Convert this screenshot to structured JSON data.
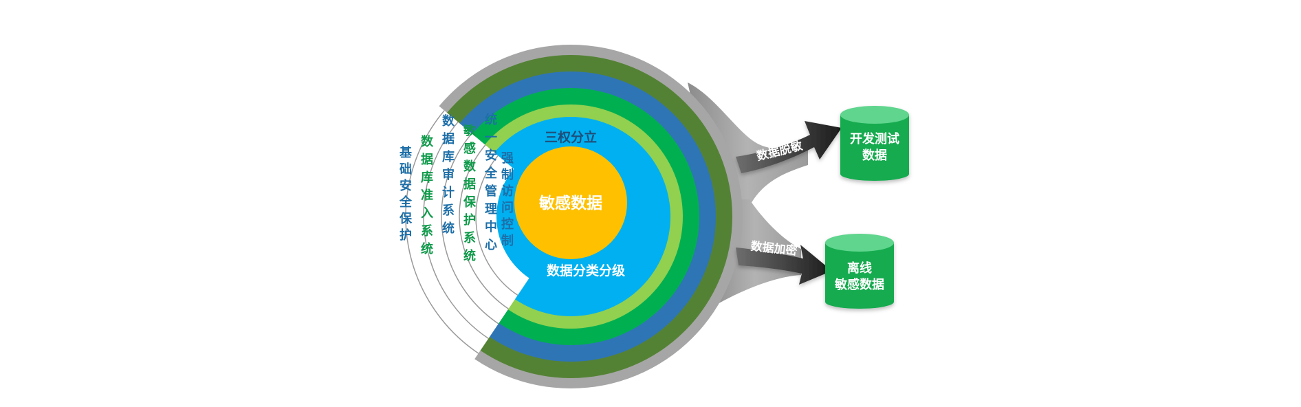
{
  "center": {
    "label": "敏感数据"
  },
  "ring_labels": {
    "top": "三权分立",
    "bottom": "数据分类分级"
  },
  "sector_labels": [
    {
      "id": "l1",
      "text": "基础安全保护",
      "color": "#1e6fa8"
    },
    {
      "id": "l2",
      "text": "数据库准入系统",
      "color": "#0f9a4a"
    },
    {
      "id": "l3",
      "text": "数据库审计系统",
      "color": "#1e6fa8"
    },
    {
      "id": "l4",
      "text": "敏感数据保护系统",
      "color": "#0f9a4a"
    },
    {
      "id": "l5",
      "text": "统一安全管理中心",
      "color": "#1e6fa8"
    },
    {
      "id": "l6",
      "text": "强制访问控制",
      "color": "#1e6fa8"
    }
  ],
  "flows": [
    {
      "id": "mask",
      "arrow_label": "数据脱敏",
      "target_line1": "开发测试",
      "target_line2": "数据"
    },
    {
      "id": "encrypt",
      "arrow_label": "数据加密",
      "target_line1": "离线",
      "target_line2": "敏感数据"
    }
  ],
  "colors": {
    "outer_gray": "#a6a6a6",
    "dark_green": "#548235",
    "blue": "#2e75b6",
    "green": "#00b050",
    "light_green": "#92d050",
    "cyan": "#00b0f0",
    "core_yellow": "#ffc000",
    "cylinder_body": "#13ab4f",
    "cylinder_top": "#5ed58d",
    "arrow_dark": "#333333"
  }
}
